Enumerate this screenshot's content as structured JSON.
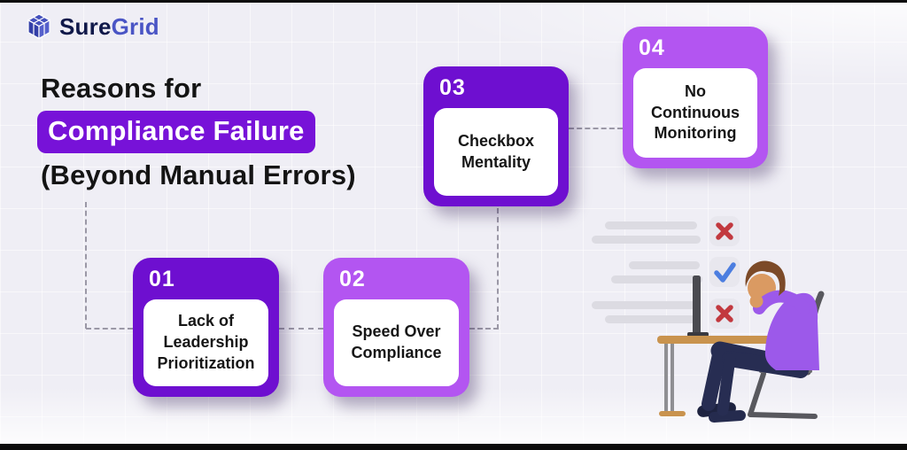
{
  "logo": {
    "text_primary": "Sure",
    "text_secondary": "Grid",
    "icon": "cube-logo-icon"
  },
  "title": {
    "line1": "Reasons for",
    "highlight": "Compliance Failure",
    "line3": "(Beyond Manual Errors)"
  },
  "cards": [
    {
      "number": "01",
      "label": "Lack of Leadership Prioritization",
      "variant": "dark"
    },
    {
      "number": "02",
      "label": "Speed Over Compliance",
      "variant": "light"
    },
    {
      "number": "03",
      "label": "Checkbox Mentality",
      "variant": "dark"
    },
    {
      "number": "04",
      "label": "No Continuous Monitoring",
      "variant": "light"
    }
  ],
  "illustration": {
    "description": "Frustrated man sitting at a desk with a side-view monitor, next to a checklist of grayed-out text lines",
    "status_icons": [
      "x-icon",
      "check-icon",
      "x-icon"
    ]
  },
  "colors": {
    "card_dark": "#6E0FD0",
    "card_light": "#B355F1",
    "title_highlight": "#7712D8",
    "logo_navy": "#10194A",
    "logo_indigo": "#4A55C5",
    "status_red": "#C2393F",
    "status_blue": "#4C7EE0",
    "background": "#EFEEF5"
  }
}
